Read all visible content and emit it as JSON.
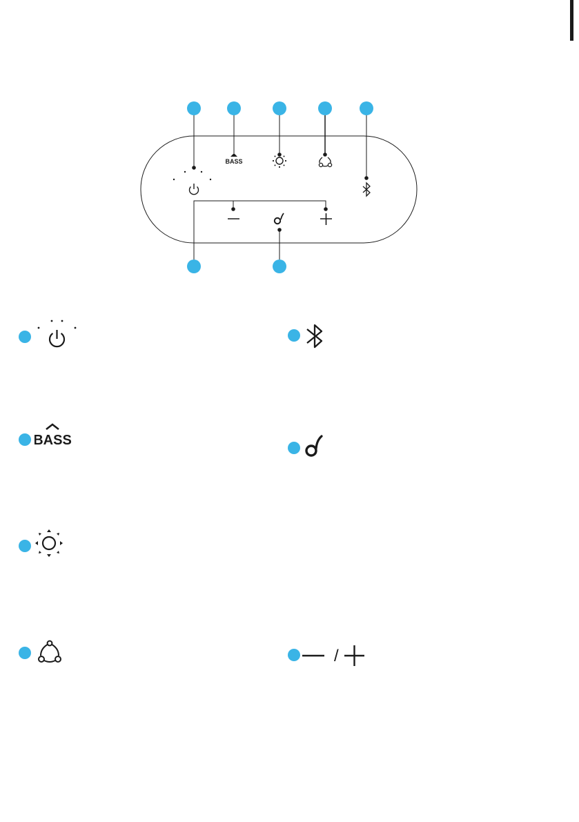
{
  "colors": {
    "callout": "#3ab4e6",
    "line": "#1a1a1a",
    "background": "#ffffff"
  },
  "panel": {
    "bass_label": "BASS",
    "callouts_top": [
      "power",
      "bass",
      "light",
      "party",
      "bluetooth"
    ],
    "callouts_bottom": [
      "volume",
      "voice"
    ]
  },
  "legend": {
    "left": [
      {
        "icon": "power-icon"
      },
      {
        "icon": "bass-icon",
        "label": "BASS"
      },
      {
        "icon": "light-icon"
      },
      {
        "icon": "party-connect-icon"
      }
    ],
    "right": [
      {
        "icon": "bluetooth-icon"
      },
      {
        "icon": "voice-assistant-icon"
      },
      {
        "icon": "volume-icon",
        "separator": "/"
      }
    ]
  }
}
